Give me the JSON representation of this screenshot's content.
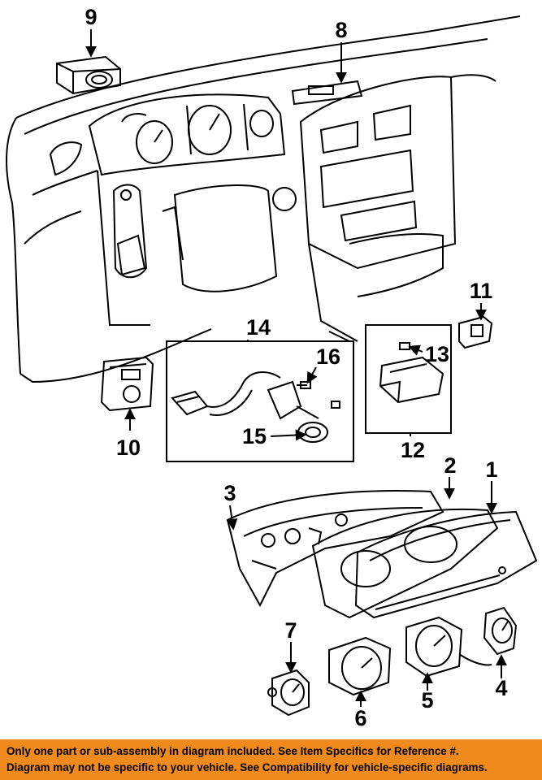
{
  "callouts": {
    "c1": "1",
    "c2": "2",
    "c3": "3",
    "c4": "4",
    "c5": "5",
    "c6": "6",
    "c7": "7",
    "c8": "8",
    "c9": "9",
    "c10": "10",
    "c11": "11",
    "c12": "12",
    "c13": "13",
    "c14": "14",
    "c15": "15",
    "c16": "16"
  },
  "disclaimer": {
    "line1": "Only one part or sub-assembly in diagram included. See Item Specifics for Reference #.",
    "line2": "Diagram may not be specific to your vehicle. See Compatibility for vehicle-specific diagrams."
  },
  "colors": {
    "banner": "#f08a1c",
    "line": "#000000"
  }
}
